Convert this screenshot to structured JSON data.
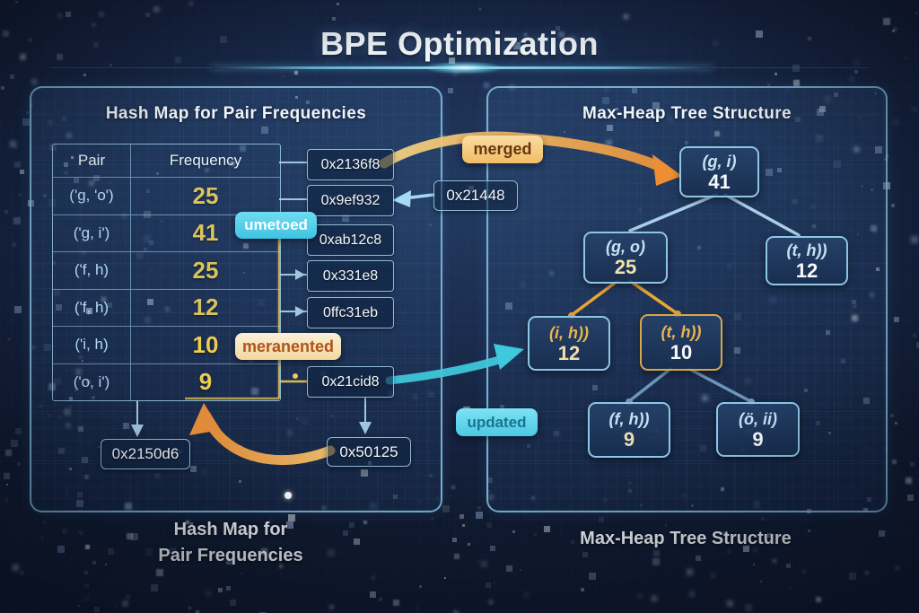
{
  "title": "BPE Optimization",
  "left_panel": {
    "header": "Hash Map for Pair Frequencies",
    "caption_line1": "Hash Map for",
    "caption_line2": "Pair Frequencies",
    "table": {
      "columns": [
        "Pair",
        "Frequency"
      ],
      "rows": [
        {
          "pair": "('g, 'o')",
          "freq": "25"
        },
        {
          "pair": "('g, i')",
          "freq": "41"
        },
        {
          "pair": "('f, h)",
          "freq": "25"
        },
        {
          "pair": "('f, h)",
          "freq": "12"
        },
        {
          "pair": "('i, h)",
          "freq": "10"
        },
        {
          "pair": "('o, i')",
          "freq": "9"
        }
      ]
    },
    "hash_boxes": [
      "0x2136f8",
      "0x9ef932",
      "0xab12c8",
      "0x331e8",
      "0ffc31eb",
      "0x21cid8"
    ],
    "floating_box": "0x21448",
    "bottom_boxes": [
      "0x2150d6",
      "0x50125"
    ]
  },
  "right_panel": {
    "header": "Max-Heap Tree Structure",
    "caption": "Max-Heap Tree Structure",
    "tree": {
      "root": {
        "pair": "(g, i)",
        "value": "41"
      },
      "left": {
        "pair": "(g, o)",
        "value": "25"
      },
      "right": {
        "pair": "(t, h))",
        "value": "12"
      },
      "left_left": {
        "pair": "(i, h))",
        "value": "12"
      },
      "left_right": {
        "pair": "(t, h))",
        "value": "10"
      },
      "lr_left": {
        "pair": "(f, h))",
        "value": "9"
      },
      "lr_right": {
        "pair": "(ö, ii)",
        "value": "9"
      }
    }
  },
  "badges": {
    "merged_top": "merged",
    "updated_table": "umetoed",
    "merged_table": "meranented",
    "updated_tree": "updated"
  },
  "colors": {
    "background": "#16243f",
    "panel_border": "#87c3e4",
    "gold": "#d9c35e",
    "orange_arrow": "#e8963c",
    "cyan_arrow": "#3fc9dd",
    "pair_text": "#b5d9f2"
  }
}
